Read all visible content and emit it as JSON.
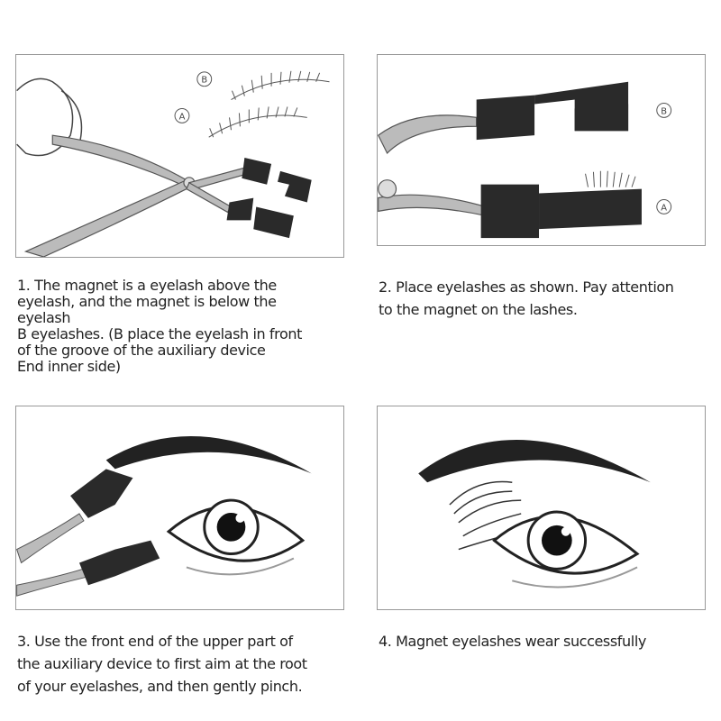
{
  "steps": [
    {
      "labels": {
        "a": "A",
        "b": "B"
      },
      "lines": [
        "1. The magnet is a eyelash above the",
        "eyelash, and the magnet is below the",
        "eyelash",
        "B eyelashes. (B place the eyelash in front",
        "of the groove of the auxiliary device",
        "End inner side)"
      ]
    },
    {
      "labels": {
        "a": "A",
        "b": "B"
      },
      "lines": [
        "2. Place eyelashes as shown. Pay attention",
        "to the magnet on the lashes."
      ]
    },
    {
      "lines": [
        "3. Use the front end of the upper part of",
        "the auxiliary device to first aim at the root",
        "of your eyelashes, and then gently pinch."
      ]
    },
    {
      "lines": [
        "4. Magnet eyelashes wear successfully"
      ]
    }
  ]
}
